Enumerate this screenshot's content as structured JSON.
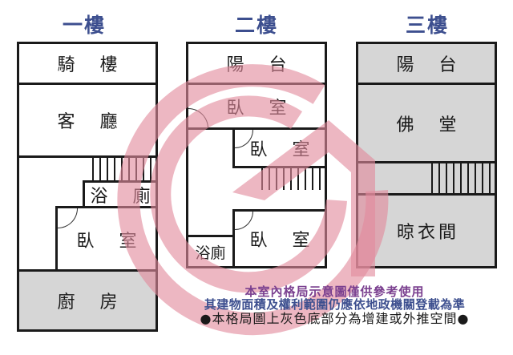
{
  "floors": [
    {
      "title": "一樓",
      "rooms": {
        "arcade": "騎 樓",
        "living": "客 廳",
        "bath": "浴 廁",
        "bedroom": "臥 室",
        "kitchen": "廚 房"
      }
    },
    {
      "title": "二樓",
      "rooms": {
        "balcony": "陽 台",
        "bedroom1": "臥 室",
        "bedroom2": "臥 室",
        "bath": "浴廁",
        "bedroom3": "臥 室"
      }
    },
    {
      "title": "三樓",
      "rooms": {
        "balcony": "陽 台",
        "shrine": "佛 堂",
        "laundry": "晾衣間"
      }
    }
  ],
  "notes": {
    "line1": "本室內格局示意圖僅供參考使用",
    "line2": "其建物面積及權利範圍仍應依地政機關登載為準",
    "line3": "●本格局圖上灰色底部分為增建或外推空間●"
  },
  "colors": {
    "wall": "#1a1a1a",
    "title": "#3d4f8f",
    "added_area": "#d6d6d6",
    "watermark": "#e8a0ae"
  },
  "watermark": {
    "icon": "g-house-logo-icon"
  }
}
